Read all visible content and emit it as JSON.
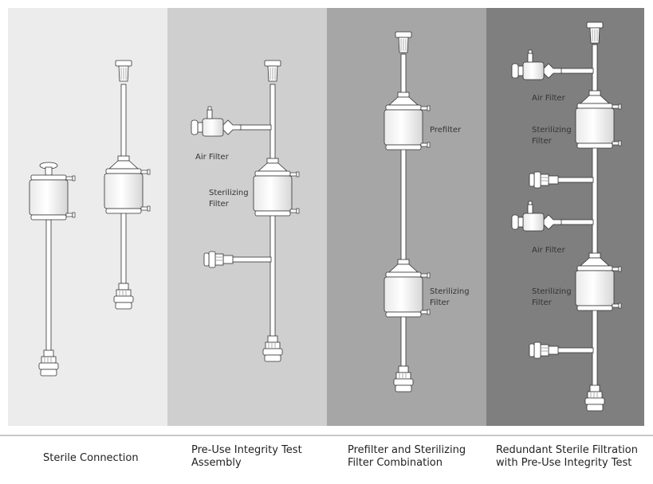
{
  "captions": {
    "c1": [
      "Sterile Connection"
    ],
    "c2": [
      "Pre-Use Integrity Test",
      "Assembly"
    ],
    "c3": [
      "Prefilter and Sterilizing",
      "Filter Combination"
    ],
    "c4": [
      "Redundant Sterile Filtration",
      "with Pre-Use Integrity Test"
    ]
  },
  "labels": {
    "air_filter": "Air Filter",
    "sterilizing_1": "Sterilizing",
    "sterilizing_2": "Filter",
    "prefilter": "Prefilter"
  },
  "colors": {
    "panel1": "#ececec",
    "panel2": "#cfcfcf",
    "panel3": "#a6a6a6",
    "panel4": "#7f7f7f"
  }
}
